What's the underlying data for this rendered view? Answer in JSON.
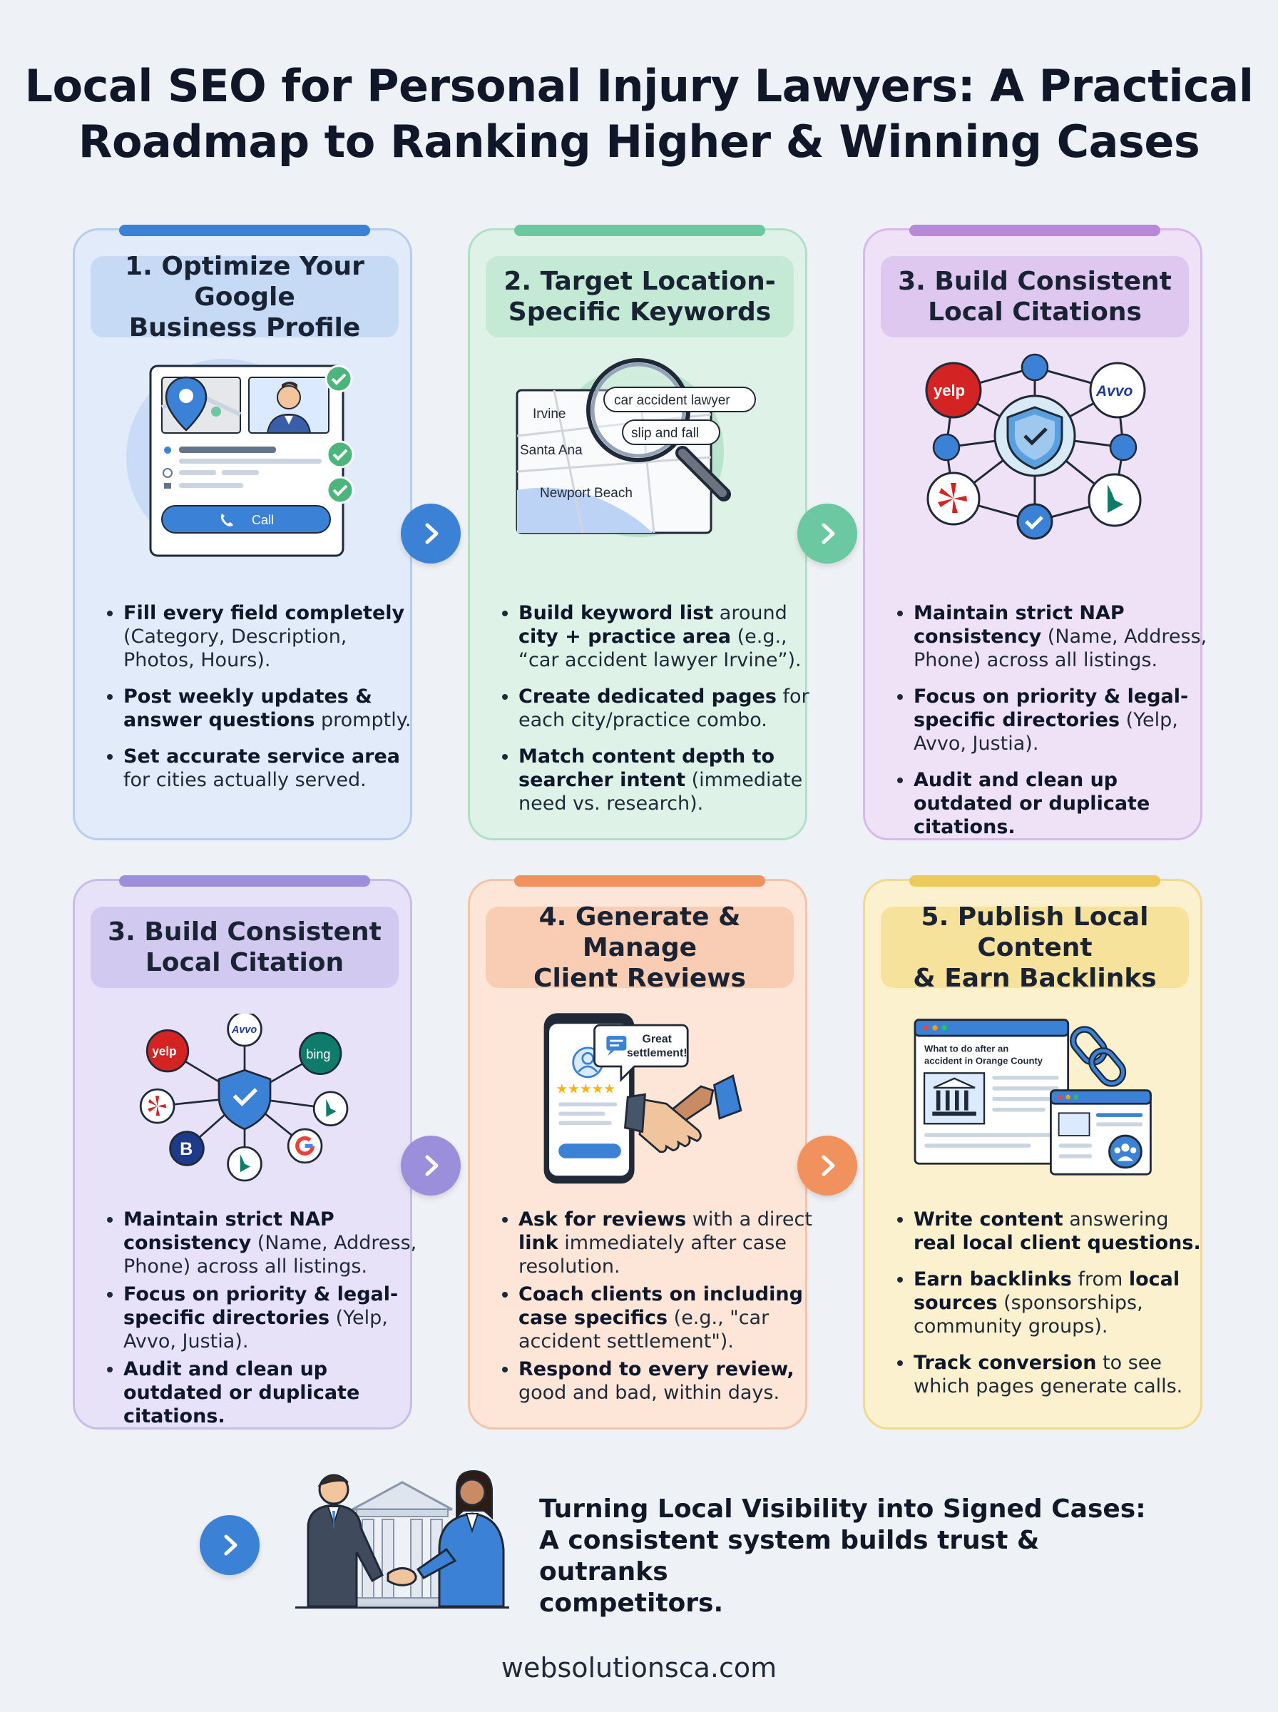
{
  "title_line1": "Local SEO for Personal Injury Lawyers: A Practical",
  "title_line2": "Roadmap to Ranking Higher & Winning Cases",
  "colors": {
    "blue": "#3b82d6",
    "green": "#6cc8a0",
    "purple": "#b787d8",
    "lavender": "#9b8fdc",
    "orange": "#f0915e",
    "yellow": "#eccb5a"
  },
  "cards": [
    {
      "heading": [
        "1. Optimize Your Google",
        "Business Profile"
      ],
      "call_label": "Call",
      "bullets": [
        {
          "b": "Fill every field completely",
          "t": " (Category, Description, Photos, Hours)."
        },
        {
          "b": "Post weekly updates &",
          "b2": "answer questions",
          "t": " promptly."
        },
        {
          "b": "Set accurate service area",
          "t": " for cities actually served."
        }
      ]
    },
    {
      "heading": [
        "2. Target Location-",
        "Specific Keywords"
      ],
      "map_cities": [
        "Irvine",
        "Santa Ana",
        "Newport Beach"
      ],
      "keyword_tags": [
        "car accident lawyer",
        "slip and fall"
      ],
      "bullets": [
        {
          "t0": "Build keyword list",
          "t": " around ",
          "b": "city + practice area",
          "t2": " (e.g., “car accident lawyer Irvine”)."
        },
        {
          "b": "Create dedicated pages",
          "t": " for each city/practice combo."
        },
        {
          "b": "Match content depth to searcher intent",
          "t": " (immediate need vs. research)."
        }
      ]
    },
    {
      "heading": [
        "3. Build Consistent",
        "Local Citations"
      ],
      "logos": [
        "yelp",
        "Avvo"
      ],
      "bullets": [
        {
          "t0": "Maintain strict NAP",
          "b": "consistency",
          "t": " (Name, Address, Phone) across all listings."
        },
        {
          "b": "Focus on priority & legal-specific directories",
          "t": " (Yelp, Avvo, Justia)."
        },
        {
          "b": "Audit and clean up outdated or duplicate citations."
        }
      ]
    },
    {
      "heading": [
        "3. Build Consistent",
        "Local Citation"
      ],
      "logos": [
        "yelp",
        "Avvo",
        "bing",
        "B"
      ],
      "bullets": [
        {
          "t0": "Maintain strict NAP",
          "b": "consistency",
          "t": " (Name, Address, Phone) across all listings."
        },
        {
          "b": "Focus on priority & legal-specific directories",
          "t": " (Yelp, Avvo, Justia)."
        },
        {
          "b": "Audit and clean up outdated or duplicate citations."
        }
      ]
    },
    {
      "heading": [
        "4. Generate & Manage",
        "Client Reviews"
      ],
      "bubble": [
        "Great",
        "settlement!"
      ],
      "bullets": [
        {
          "b": "Ask for reviews",
          "t": " with a direct ",
          "b2": "link",
          "t2": " immediately after case resolution."
        },
        {
          "b": "Coach clients on including case specifics",
          "t": " (e.g., \"car accident settlement\")."
        },
        {
          "b": "Respond to every review,",
          "t": " good and bad, within days."
        }
      ]
    },
    {
      "heading": [
        "5. Publish Local Content",
        "& Earn Backlinks"
      ],
      "article_title": [
        "What to do after an",
        "accident in Orange County"
      ],
      "bullets": [
        {
          "b": "Write content",
          "t": " answering ",
          "b2": "real local client questions."
        },
        {
          "b": "Earn backlinks",
          "t": " from ",
          "b2": "local sources",
          "t2": " (sponsorships, community groups)."
        },
        {
          "b": "Track conversion",
          "t": " to see which pages generate calls."
        }
      ]
    }
  ],
  "footer": {
    "line1": "Turning Local Visibility into Signed Cases:",
    "line2": "A consistent system builds trust & outranks",
    "line3": "competitors."
  },
  "site_url": "websolutionsca.com"
}
